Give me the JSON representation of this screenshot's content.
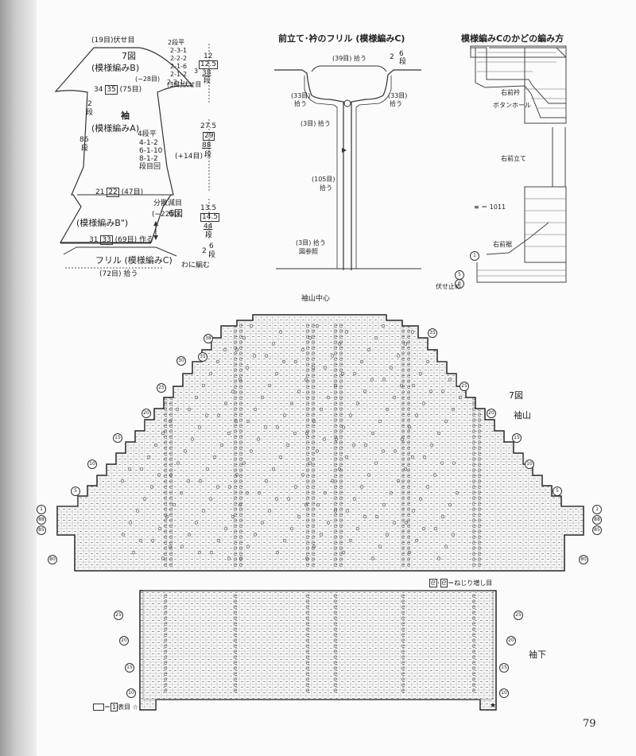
{
  "sleeve": {
    "fig_label": "7図",
    "pattern_b_top": "(模様編みB)",
    "top_bind_off": "(19目)伏せ目",
    "cap_dec": "2段平",
    "cap_rows": [
      "2-3-1",
      "2-2-2",
      "2-1-6",
      "2-1-2",
      "2-2-1"
    ],
    "cap_extra": "3",
    "cap_minus": "(−28目)",
    "cap_side_bind": "(3目)伏せ目",
    "width_top": "34",
    "width_top_box": "35",
    "width_top_sts": "(75目)",
    "sleeve_title": "袖",
    "pattern_a": "(模様編みA)",
    "two_rows": "2",
    "two_rows_unit": "段",
    "len_86": "86",
    "len_86_unit": "段",
    "inc_flat": "4段平",
    "inc_rows": [
      "4-1-2",
      "6-1-10",
      "8-1-2"
    ],
    "inc_note": "段目回",
    "inc_plus": "(+14目)",
    "cm_12": "12",
    "cm_12_5": "12.5",
    "rows_38": "38",
    "rows_38_unit": "段",
    "cm_27_5": "27.5",
    "cm_29": "29",
    "rows_88": "88",
    "rows_88_unit": "段",
    "width_mid": "21",
    "width_mid_box": "22",
    "width_mid_sts": "(47目)",
    "scatter_dec": "分散減目",
    "scatter_minus": "(−22目)",
    "pattern_b2": "(模様編みB\")",
    "fig6": "6図",
    "cm_13_5": "13.5",
    "cm_14_5": "14.5",
    "rows_44": "44",
    "rows_44_unit": "段",
    "width_bot": "31",
    "width_bot_box": "33",
    "width_bot_sts": "(69目) 作る",
    "cm_2": "2",
    "rows_6": "6",
    "rows_6_unit": "段",
    "frill": "フリル (模様編みC)",
    "circular": "わに編む",
    "pickup_72": "(72目) 拾う"
  },
  "frill_fig": {
    "title": "前立て･衿のフリル (模様編みC)",
    "pick39": "(39目) 拾う",
    "cm2": "2",
    "rows6": "6",
    "rows6_unit": "段",
    "left33": "(33目)",
    "left33_b": "拾う",
    "right33": "(33目)",
    "right33_b": "拾う",
    "pick3": "(3目) 拾う",
    "pick105": "(105目)",
    "pick105_b": "拾う",
    "pick3b": "(3目) 拾う",
    "see_fig": "図参照"
  },
  "corner_fig": {
    "title": "模様編みCのかどの編み方",
    "right_collar": "右前衿",
    "buttonhole": "ボタンホール",
    "right_band": "右前立て",
    "right_hem": "右前裾",
    "legend_sym": "≡ ＝ 1011",
    "r1": "1",
    "r5": "5",
    "r6": "6",
    "bind": "伏せ止め"
  },
  "chart": {
    "center": "袖山中心",
    "fig": "7図",
    "cap": "袖山",
    "underarm": "袖下",
    "twist_legend": "＝ねじり増し目",
    "knit_legend": "＝",
    "knit_box": "1",
    "knit_label": "表目",
    "star": "☆",
    "star2": "★",
    "row_marks": [
      "38",
      "35",
      "30",
      "25",
      "20",
      "15",
      "10",
      "5",
      "1",
      "88",
      "85",
      "80",
      "25",
      "20",
      "15",
      "10"
    ]
  },
  "page_number": "79"
}
